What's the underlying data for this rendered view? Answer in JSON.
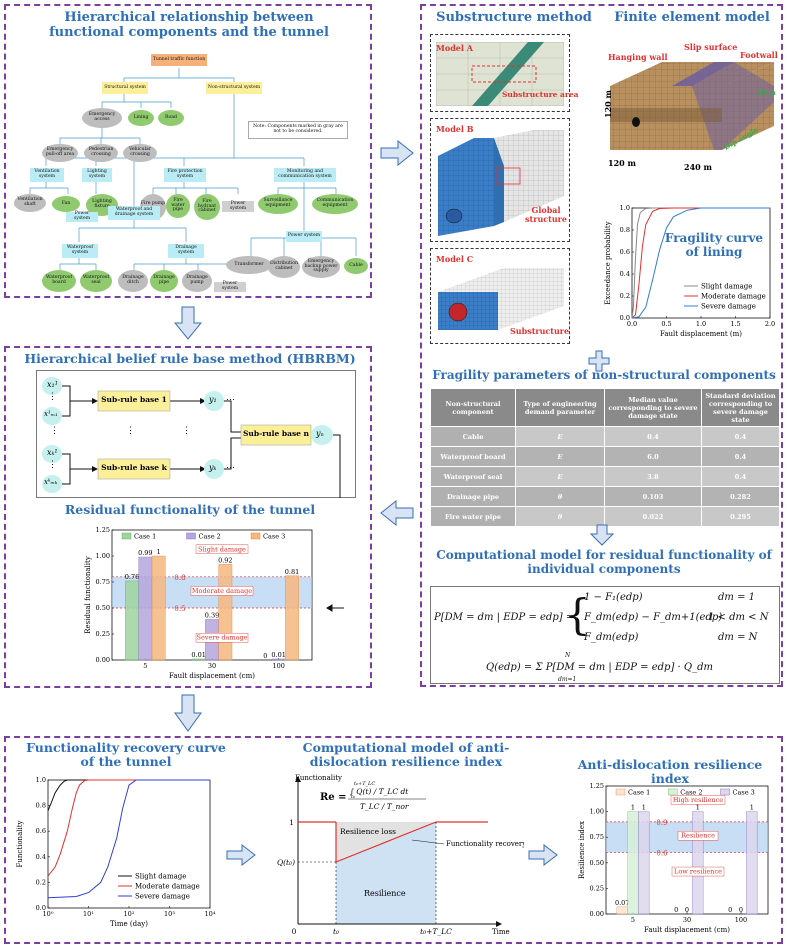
{
  "panel1": {
    "title": "Hierarchical relationship between functional components and the tunnel",
    "nodes": {
      "root": "Tunnel traffic function",
      "structural": "Structural system",
      "nonstructural": "Non-structural system",
      "note": "Note: Components marked in gray are not to be considered.",
      "emergency_access": "Emergency access",
      "lining": "Lining",
      "road": "Road",
      "pulloff": "Emergency pull-off area",
      "pedestrian": "Pedestrian crossing",
      "vehicular": "Vehicular crossing",
      "ventilation": "Ventilation system",
      "lighting": "Lighting system",
      "fireprotection": "Fire protection system",
      "monitoring": "Monitoring and communication system",
      "vent_shaft": "Ventilation shaft",
      "fan": "Fan",
      "lighting_fixture": "Lighting fixture",
      "fire_pump_room": "Fire pump room",
      "fire_water_pipe": "Fire water pipe",
      "fire_hydrant": "Fire hydrant cabinet",
      "power1": "Power system",
      "surveillance": "Surveillance equipment",
      "communication": "Communication equipment",
      "power_sys": "Power system",
      "waterproof_drainage": "Waterproof and drainage system",
      "power2": "Power system",
      "waterproof_sys": "Waterproof system",
      "drainage_sys": "Drainage system",
      "transformer": "Transformer",
      "distribution": "Distribution cabinet",
      "emergency_backup": "Emergency backup power supply",
      "cable": "Cable",
      "waterproof_board": "Waterproof board",
      "waterproof_seal": "Waterproof seal",
      "drainage_ditch": "Drainage ditch",
      "drainage_pipe": "Drainage pipe",
      "drainage_pump": "Drainage pump",
      "power3": "Power system"
    }
  },
  "panel2": {
    "title_sub": "Substructure method",
    "title_fe": "Finite element model",
    "model_a": "Model A",
    "model_b": "Model B",
    "model_c": "Model C",
    "substructure_area": "Substructure area",
    "global_structure": "Global structure",
    "substructure": "Substructure",
    "hanging_wall": "Hanging wall",
    "slip_surface": "Slip surface",
    "footwall": "Footwall",
    "dim_120a": "120 m",
    "dim_120b": "120 m",
    "dim_240": "240 m",
    "dim_20": "20 m",
    "dip_angle": "Dip angle",
    "fragility_title": "Fragility curve of lining",
    "fragility_xlabel": "Fault displacement (m)",
    "fragility_ylabel": "Exceedance probability",
    "fragility_xticks": [
      "0.0",
      "0.5",
      "1.0",
      "1.5",
      "2.0"
    ],
    "fragility_yticks": [
      "0.0",
      "0.2",
      "0.4",
      "0.6",
      "0.8",
      "1.0"
    ],
    "legend": [
      "Slight damage",
      "Moderate damage",
      "Severe damage"
    ],
    "colors": {
      "slight": "#888888",
      "moderate": "#e0312f",
      "severe": "#2f7fd6"
    }
  },
  "table": {
    "title": "Fragility parameters of non-structural components",
    "headers": [
      "Non-structural component",
      "Type of engineering demand parameter",
      "Median value corresponding to severe damage state",
      "Standard deviation corresponding to severe damage state"
    ],
    "rows": [
      [
        "Cable",
        "E",
        "0.4",
        "0.4"
      ],
      [
        "Waterproof board",
        "E",
        "6.0",
        "0.4"
      ],
      [
        "Waterproof seal",
        "E",
        "3.8",
        "0.4"
      ],
      [
        "Drainage pipe",
        "θ",
        "0.103",
        "0.282"
      ],
      [
        "Fire water pipe",
        "θ",
        "0.022",
        "0.295"
      ]
    ]
  },
  "comp_model": {
    "title": "Computational model for residual functionality of individual components",
    "lhs": "P[DM = dm | EDP = edp] =",
    "case1": "1 − F₁(edp)",
    "case1_cond": "dm = 1",
    "case2": "F_dm(edp) − F_dm+1(edp)",
    "case2_cond": "1 < dm < N",
    "case3": "F_dm(edp)",
    "case3_cond": "dm = N",
    "q_eq": "Q(edp) = Σ P[DM = dm | EDP = edp] · Q_dm",
    "sum_top": "N",
    "sum_bottom": "dm=1"
  },
  "hbrbm": {
    "title": "Hierarchical belief rule base method (HBRBM)",
    "sub1": "Sub-rule base 1",
    "subk": "Sub-rule base k",
    "subn": "Sub-rule base n",
    "x11": "x₁¹",
    "x1m": "x¹ₘ₁",
    "xk1": "xₖ¹",
    "xkm": "xᵏₘₖ",
    "y1": "y₁",
    "yk": "yₖ",
    "yn": "yₙ",
    "dots": "⋯",
    "vdots": "⋮"
  },
  "residual": {
    "title": "Residual functionality of the tunnel",
    "ylabel": "Residual functionality",
    "xlabel": "Fault displacement (cm)",
    "legend": [
      "Case 1",
      "Case 2",
      "Case 3"
    ],
    "high_label": "Slight damage",
    "mid_label": "Moderate damage",
    "low_label": "Severe damage",
    "th_hi": "0.8",
    "th_lo": "0.5",
    "yticks": [
      "0.00",
      "0.25",
      "0.50",
      "0.75",
      "1.00",
      "1.25"
    ]
  },
  "recovery": {
    "title": "Functionality recovery curve of the tunnel",
    "ylabel": "Functionality",
    "xlabel": "Time (day)",
    "legend": [
      "Slight damage",
      "Moderate damage",
      "Severe damage"
    ],
    "yticks": [
      "0.0",
      "0.2",
      "0.4",
      "0.6",
      "0.8",
      "1.0"
    ],
    "xticks": [
      "10⁰",
      "10¹",
      "10²",
      "10³",
      "10⁴"
    ]
  },
  "resilience_model": {
    "title": "Computational model of anti-dislocation resilience index",
    "ylabel": "Functionality",
    "xlabel": "Time",
    "one": "1",
    "q_t0": "Q(t₀)",
    "zero": "0",
    "t0": "t₀",
    "t0tlc": "t₀+T_LC",
    "res_loss": "Resilience loss",
    "resilience": "Resilience",
    "recovery_curve": "Functionality recovery curve",
    "re_label": "Re",
    "re_num": "∫ Q(t) / T_LC dt",
    "int_top": "t₀+T_LC",
    "int_bottom": "t₀",
    "re_den": "T_LC / T_nor"
  },
  "resilience_index": {
    "title": "Anti-dislocation resilience index",
    "ylabel": "Resilience index",
    "xlabel": "Fault displacement (cm)",
    "legend": [
      "Case 1",
      "Case 2",
      "Case 3"
    ],
    "high_label": "High resilience",
    "mid_label": "Resilience",
    "low_label": "Low resilience",
    "th_hi": "0.9",
    "th_lo": "0.6",
    "yticks": [
      "0.00",
      "0.25",
      "0.50",
      "0.75",
      "1.00",
      "1.25"
    ]
  },
  "chart_data": [
    {
      "type": "line",
      "title": "Fragility curve of lining",
      "xlabel": "Fault displacement (m)",
      "ylabel": "Exceedance probability",
      "xlim": [
        0,
        2.0
      ],
      "ylim": [
        0,
        1.0
      ],
      "series": [
        {
          "name": "Slight damage",
          "x": [
            0,
            0.02,
            0.05,
            0.08,
            0.12,
            0.2,
            0.3,
            0.5,
            1.0,
            2.0
          ],
          "y": [
            0,
            0.1,
            0.55,
            0.85,
            0.96,
            0.995,
            1,
            1,
            1,
            1
          ]
        },
        {
          "name": "Moderate damage",
          "x": [
            0,
            0.05,
            0.1,
            0.15,
            0.2,
            0.3,
            0.4,
            0.6,
            1.0,
            2.0
          ],
          "y": [
            0,
            0.03,
            0.3,
            0.65,
            0.85,
            0.97,
            0.995,
            1,
            1,
            1
          ]
        },
        {
          "name": "Severe damage",
          "x": [
            0,
            0.1,
            0.2,
            0.3,
            0.4,
            0.5,
            0.6,
            0.8,
            1.0,
            2.0
          ],
          "y": [
            0,
            0.01,
            0.1,
            0.35,
            0.62,
            0.82,
            0.92,
            0.98,
            1,
            1
          ]
        }
      ]
    },
    {
      "type": "bar",
      "title": "Residual functionality of the tunnel",
      "xlabel": "Fault displacement (cm)",
      "ylabel": "Residual functionality",
      "categories": [
        "5",
        "30",
        "100"
      ],
      "ylim": [
        0,
        1.25
      ],
      "series": [
        {
          "name": "Case 1",
          "values": [
            0.76,
            0.01,
            0
          ],
          "labels": [
            "0.76",
            "0.01",
            "0"
          ]
        },
        {
          "name": "Case 2",
          "values": [
            0.99,
            0.39,
            0.01
          ],
          "labels": [
            "0.99",
            "0.39",
            "0.01"
          ]
        },
        {
          "name": "Case 3",
          "values": [
            1,
            0.92,
            0.81
          ],
          "labels": [
            "1",
            "0.92",
            "0.81"
          ]
        }
      ]
    },
    {
      "type": "line",
      "title": "Functionality recovery curve of the tunnel",
      "xlabel": "Time (day)",
      "ylabel": "Functionality",
      "xscale": "log",
      "xlim": [
        1,
        10000
      ],
      "ylim": [
        0,
        1.0
      ],
      "series": [
        {
          "name": "Slight damage",
          "x": [
            1,
            1.2,
            1.5,
            2,
            2.5,
            3,
            4,
            5,
            10,
            10000
          ],
          "y": [
            0.76,
            0.82,
            0.9,
            0.96,
            0.99,
            1,
            1,
            1,
            1,
            1
          ]
        },
        {
          "name": "Moderate damage",
          "x": [
            1,
            1.5,
            2,
            3,
            4,
            5,
            6,
            8,
            10,
            10000
          ],
          "y": [
            0.25,
            0.32,
            0.42,
            0.6,
            0.78,
            0.9,
            0.96,
            0.995,
            1,
            1
          ]
        },
        {
          "name": "Severe damage",
          "x": [
            1,
            5,
            10,
            20,
            30,
            50,
            70,
            100,
            150,
            10000
          ],
          "y": [
            0.08,
            0.09,
            0.12,
            0.2,
            0.32,
            0.55,
            0.78,
            0.96,
            1,
            1
          ]
        }
      ]
    },
    {
      "type": "bar",
      "title": "Anti-dislocation resilience index",
      "xlabel": "Fault displacement (cm)",
      "ylabel": "Resilience index",
      "categories": [
        "5",
        "30",
        "100"
      ],
      "ylim": [
        0,
        1.25
      ],
      "series": [
        {
          "name": "Case 1",
          "values": [
            0.07,
            0,
            0
          ],
          "labels": [
            "0.07",
            "0",
            "0"
          ]
        },
        {
          "name": "Case 2",
          "values": [
            1,
            0,
            0
          ],
          "labels": [
            "1",
            "0",
            "0"
          ]
        },
        {
          "name": "Case 3",
          "values": [
            1,
            1,
            1
          ],
          "labels": [
            "1",
            "1",
            "1"
          ]
        }
      ]
    }
  ]
}
